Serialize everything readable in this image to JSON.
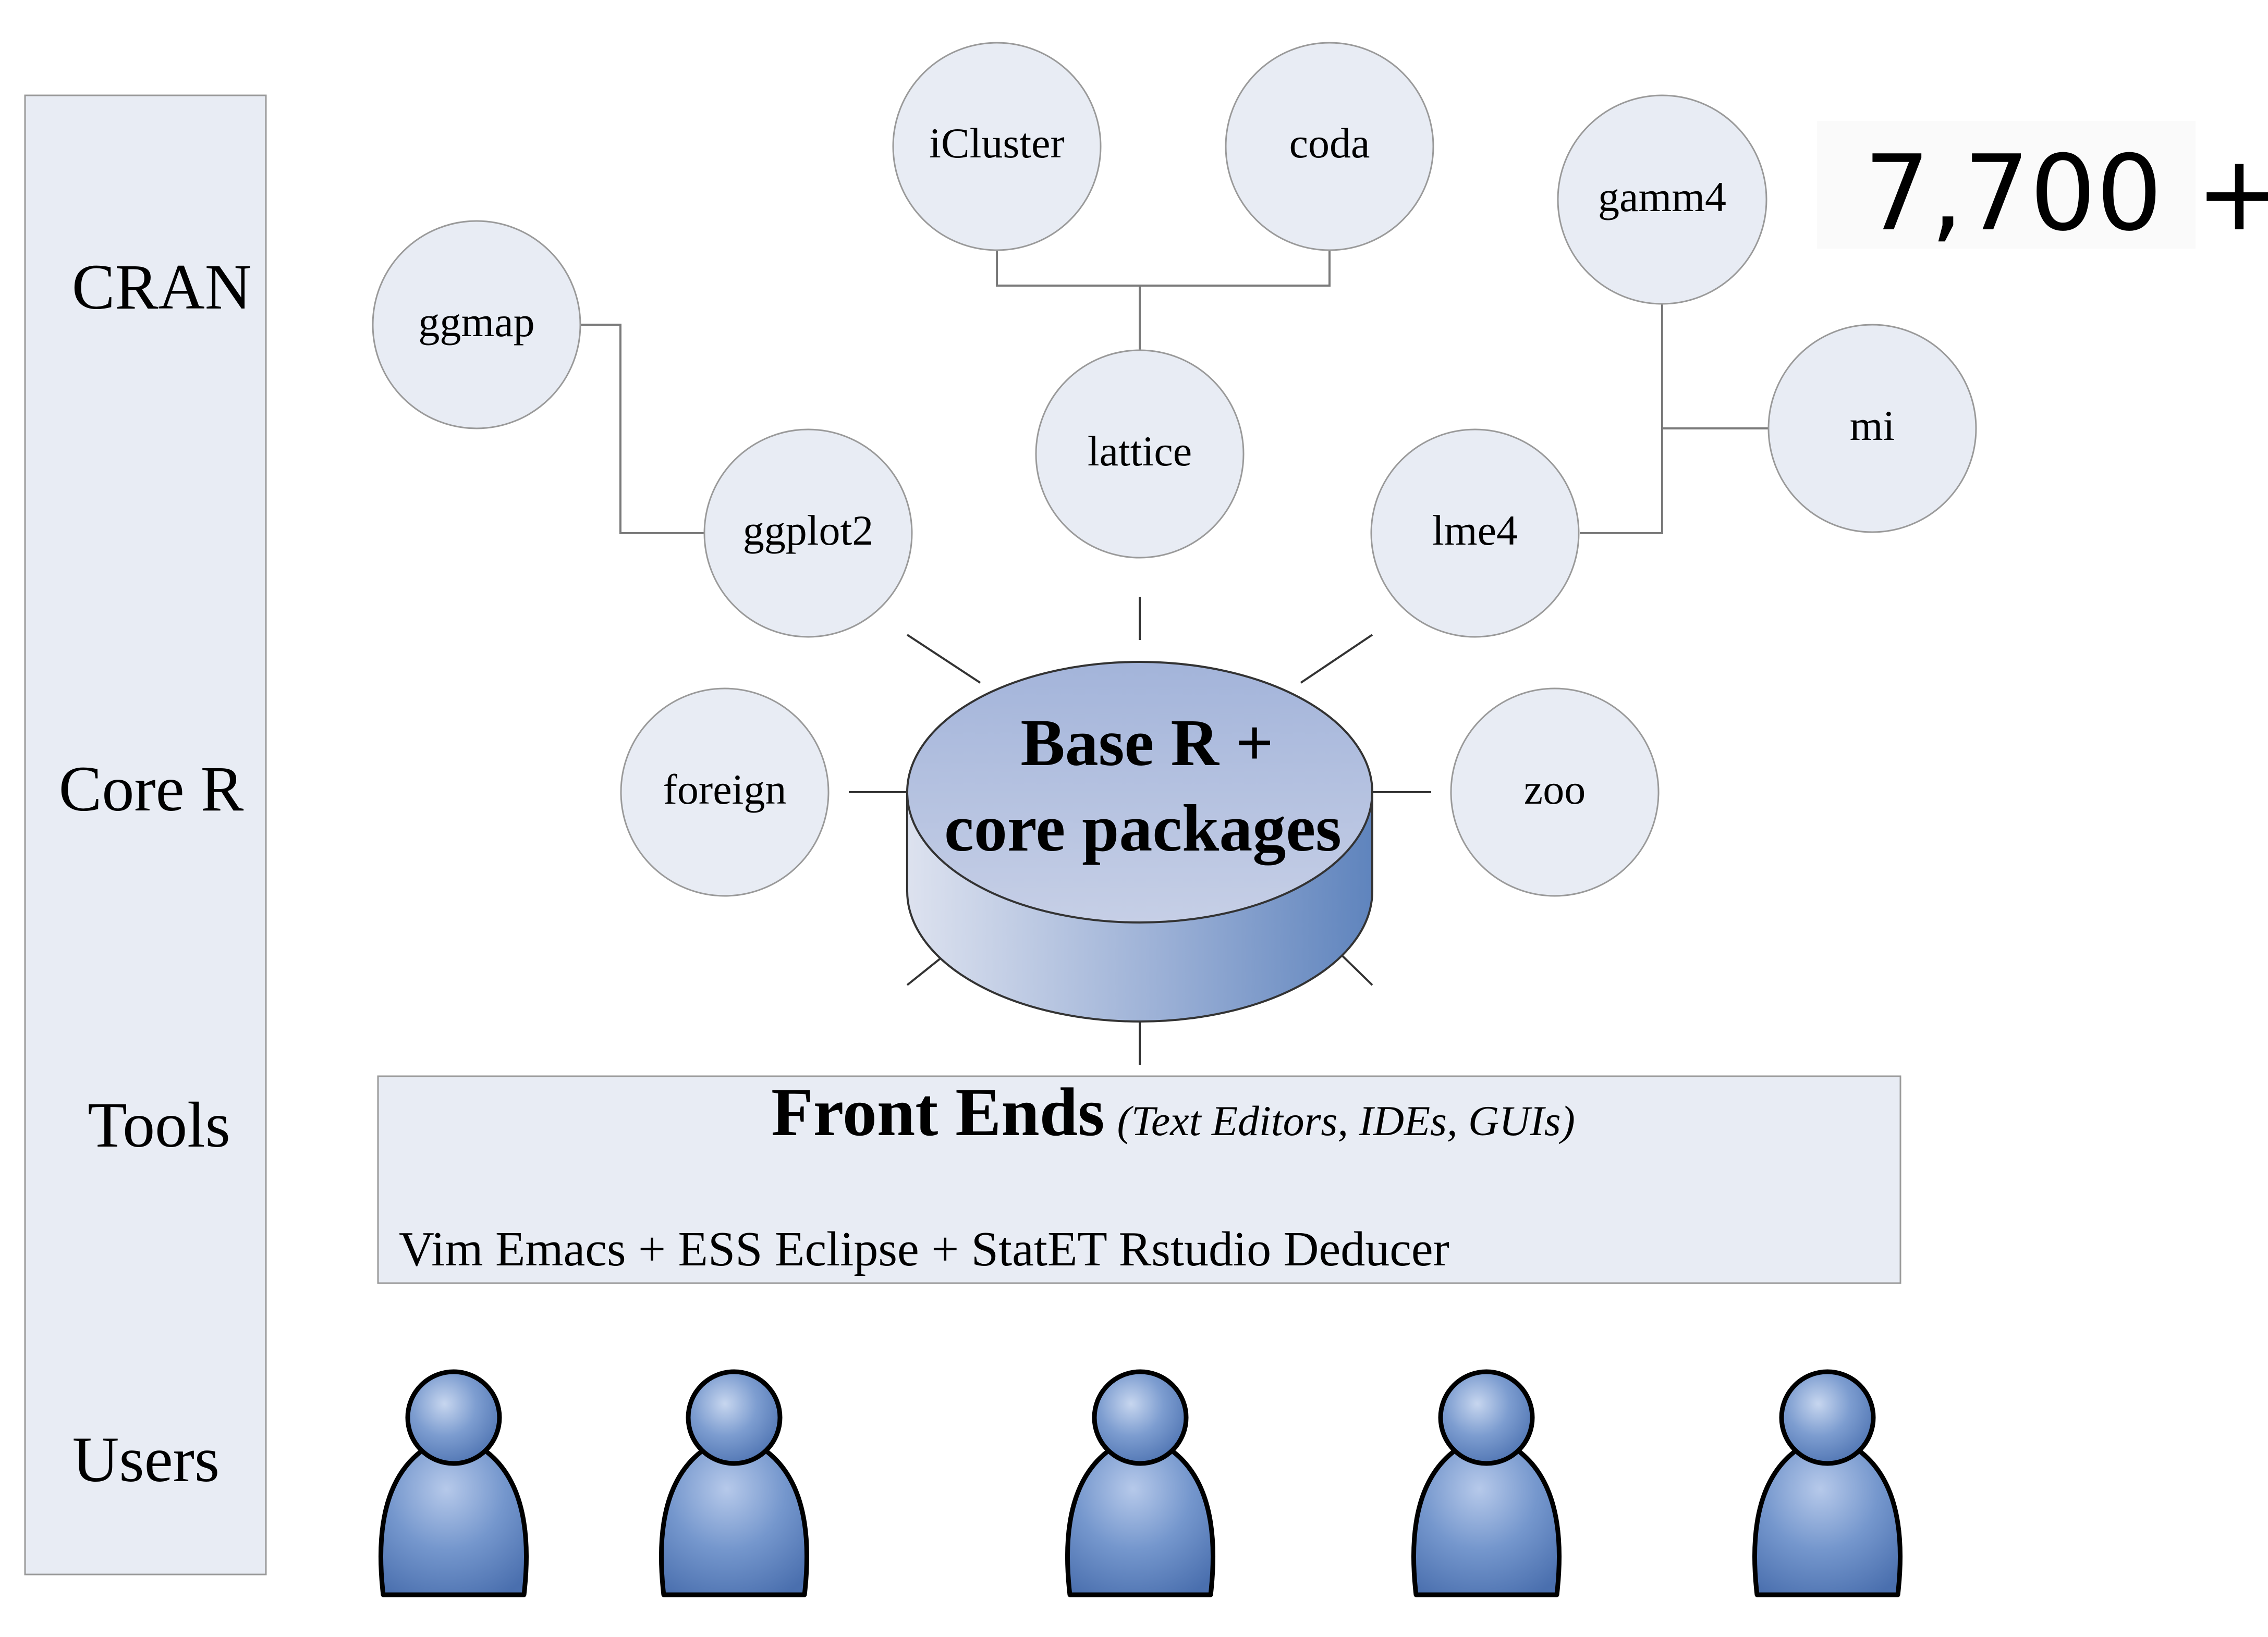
{
  "layers": {
    "cran": "CRAN",
    "core": "Core R",
    "tools": "Tools",
    "users": "Users"
  },
  "package_count": "7,700 +",
  "packages": {
    "icluster": "iCluster",
    "coda": "coda",
    "gamm4": "gamm4",
    "ggmap": "ggmap",
    "lattice": "lattice",
    "mi": "mi",
    "ggplot2": "ggplot2",
    "lme4": "lme4",
    "foreign": "foreign",
    "zoo": "zoo"
  },
  "core": {
    "line1": "Base R +",
    "line2": "core packages"
  },
  "front_ends": {
    "title": "Front Ends",
    "subtitle": "(Text Editors, IDEs, GUIs)",
    "items": "Vim Emacs + ESS Eclipse + StatET Rstudio Deducer"
  },
  "colors": {
    "layer_fill": "#e8ecf4",
    "bubble_fill": "#e8ecf4",
    "core_top": "#9fb1d8",
    "core_side": "#6f8fc0",
    "user_fill": "#6d8fc4",
    "line": "#7a7a7a"
  }
}
